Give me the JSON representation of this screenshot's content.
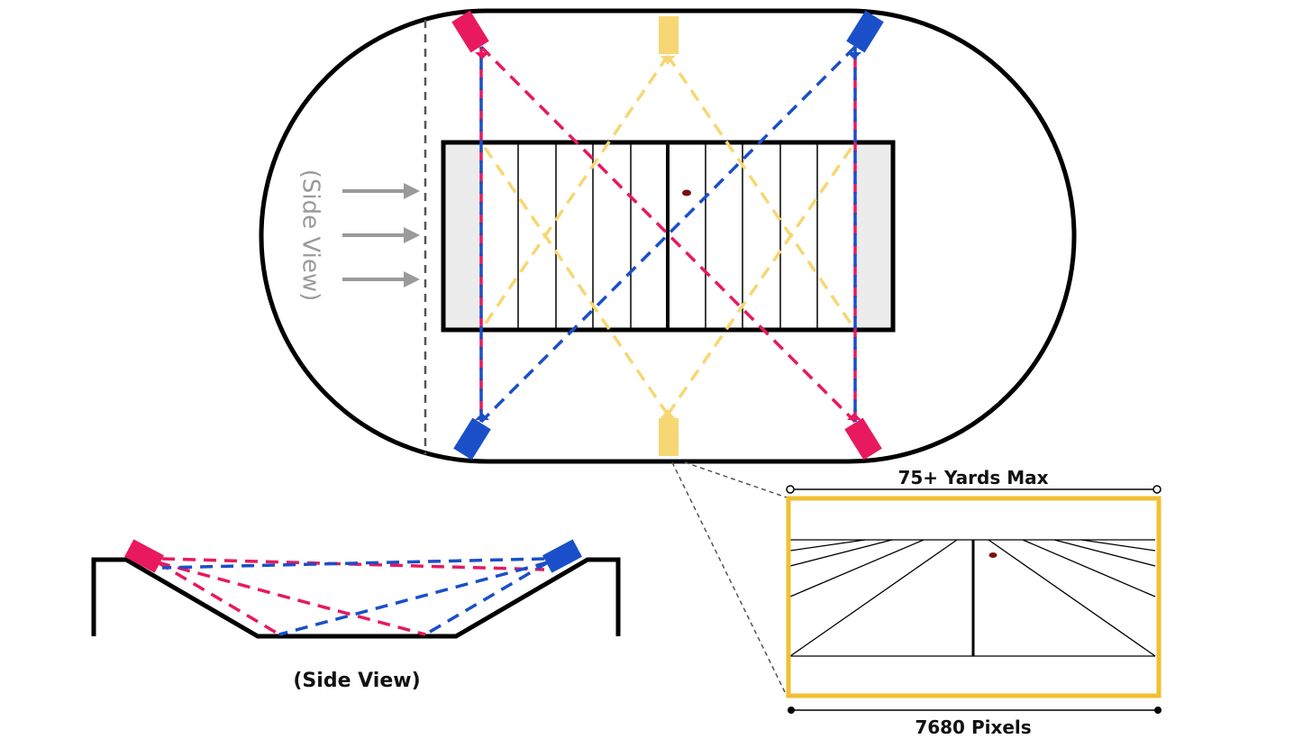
{
  "labels": {
    "side_view_rotated": "(Side View)",
    "side_view_bottom": "(Side View)",
    "width_yards": "75+ Yards Max",
    "width_pixels": "7680 Pixels"
  },
  "colors": {
    "outline": "#000000",
    "pink_camera": "#e8195e",
    "blue_camera": "#1a4fc9",
    "yellow_camera": "#f7d774",
    "end_zone": "#ececec",
    "arrow_gray": "#9a9a9a",
    "side_label_gray": "#9a9a9a",
    "divider_gray": "#555555",
    "frame_yellow": "#f0c030",
    "ball": "#7a1010"
  }
}
